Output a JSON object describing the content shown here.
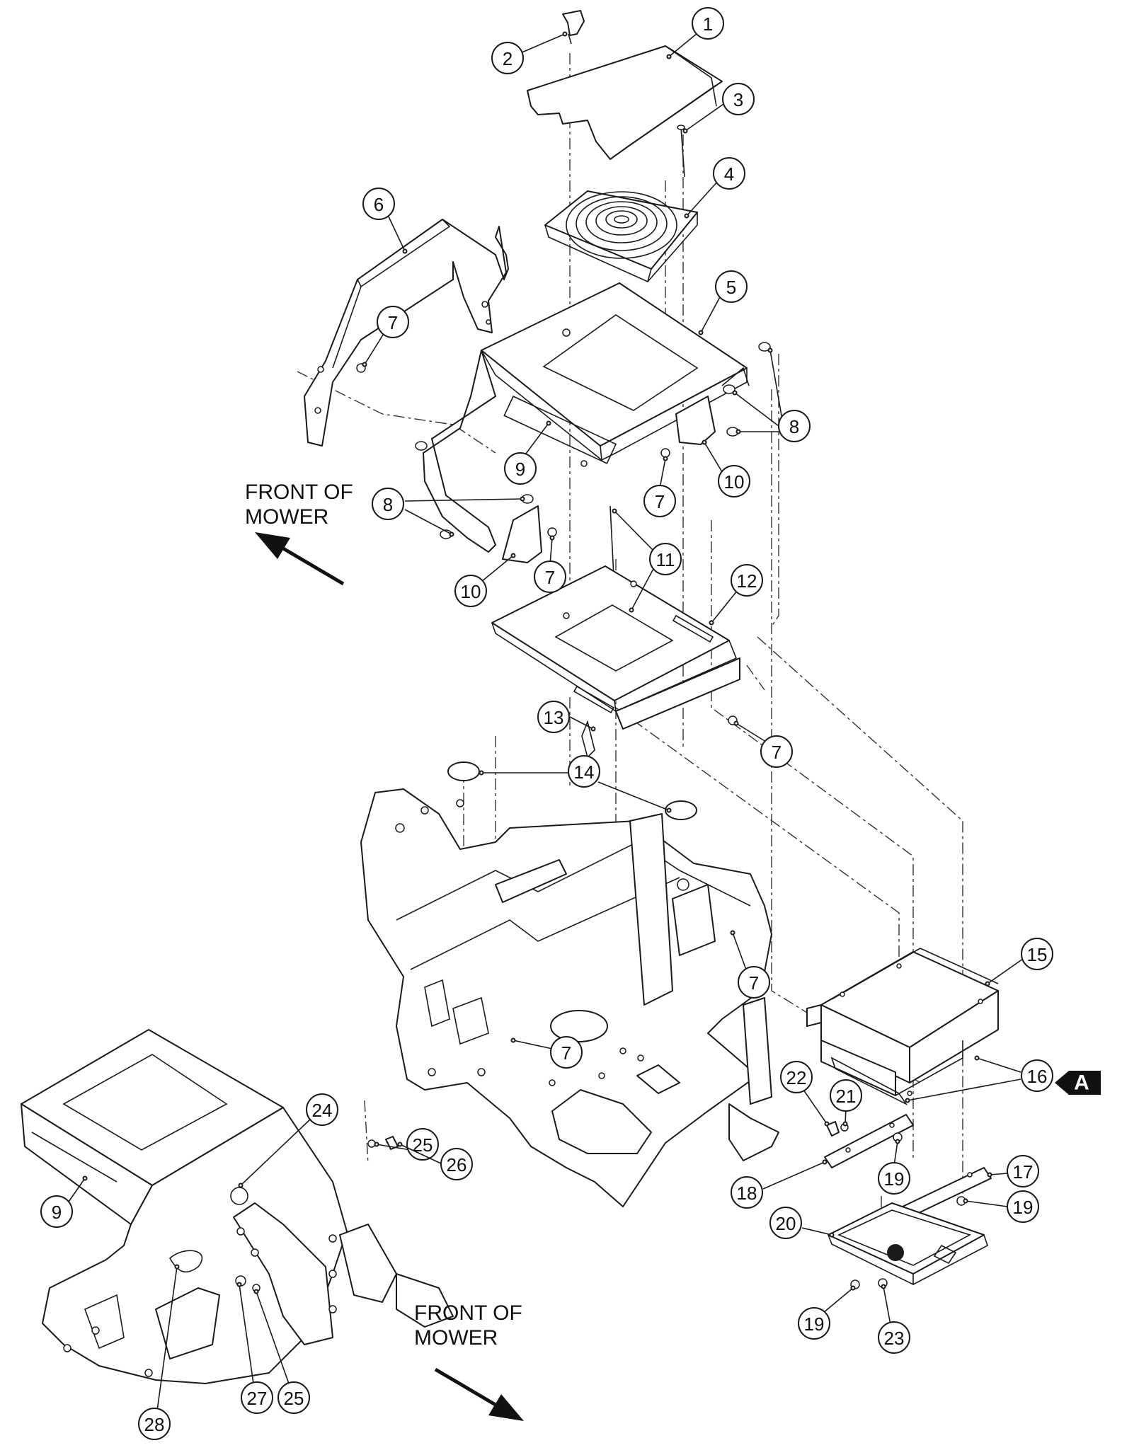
{
  "labels": {
    "front_top_line1": "FRONT OF",
    "front_top_line2": "MOWER",
    "front_bottom_line1": "FRONT OF",
    "front_bottom_line2": "MOWER",
    "detail_tag": "A"
  },
  "callouts": [
    {
      "id": "c1",
      "number": "1"
    },
    {
      "id": "c2",
      "number": "2"
    },
    {
      "id": "c3",
      "number": "3"
    },
    {
      "id": "c4",
      "number": "4"
    },
    {
      "id": "c5",
      "number": "5"
    },
    {
      "id": "c6",
      "number": "6"
    },
    {
      "id": "c7a",
      "number": "7"
    },
    {
      "id": "c8a",
      "number": "8"
    },
    {
      "id": "c9a",
      "number": "9"
    },
    {
      "id": "c10a",
      "number": "10"
    },
    {
      "id": "c7b",
      "number": "7"
    },
    {
      "id": "c8b",
      "number": "8"
    },
    {
      "id": "c7c",
      "number": "7"
    },
    {
      "id": "c10b",
      "number": "10"
    },
    {
      "id": "c11",
      "number": "11"
    },
    {
      "id": "c12",
      "number": "12"
    },
    {
      "id": "c13",
      "number": "13"
    },
    {
      "id": "c7d",
      "number": "7"
    },
    {
      "id": "c14",
      "number": "14"
    },
    {
      "id": "c15",
      "number": "15"
    },
    {
      "id": "c7e",
      "number": "7"
    },
    {
      "id": "c7f",
      "number": "7"
    },
    {
      "id": "c16",
      "number": "16"
    },
    {
      "id": "c22",
      "number": "22"
    },
    {
      "id": "c21",
      "number": "21"
    },
    {
      "id": "c19a",
      "number": "19"
    },
    {
      "id": "c17",
      "number": "17"
    },
    {
      "id": "c18",
      "number": "18"
    },
    {
      "id": "c19b",
      "number": "19"
    },
    {
      "id": "c20",
      "number": "20"
    },
    {
      "id": "c19c",
      "number": "19"
    },
    {
      "id": "c23",
      "number": "23"
    },
    {
      "id": "c24",
      "number": "24"
    },
    {
      "id": "c25a",
      "number": "25"
    },
    {
      "id": "c26",
      "number": "26"
    },
    {
      "id": "c9b",
      "number": "9"
    },
    {
      "id": "c28",
      "number": "28"
    },
    {
      "id": "c27",
      "number": "27"
    },
    {
      "id": "c25b",
      "number": "25"
    },
    {
      "id": "c7g",
      "number": "7"
    }
  ]
}
